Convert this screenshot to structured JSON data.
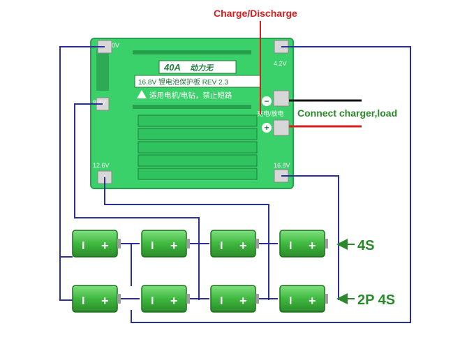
{
  "annotations": {
    "charge_discharge": "Charge/Discharge",
    "connect": "Connect charger,load",
    "series": "4S",
    "parallel": "2P 4S"
  },
  "board": {
    "rating": "40A",
    "brand": "动力无",
    "model": "16.8V 锂电池保护板 REV 2.3",
    "warning": "适用电机/电钻，禁止短路",
    "port_label": "充电/放电",
    "minus": "−",
    "plus": "+",
    "taps": [
      "0V",
      "4.2V",
      "8.4V",
      "12.6V",
      "16.8V"
    ]
  },
  "battery": {
    "minus": "I",
    "plus": "+"
  },
  "colors": {
    "wire": "#2a2f9a",
    "label_red": "#d81e1e",
    "label_green": "#2a8a2a",
    "board": "#3bd16a",
    "battery": "#3fb83f"
  }
}
